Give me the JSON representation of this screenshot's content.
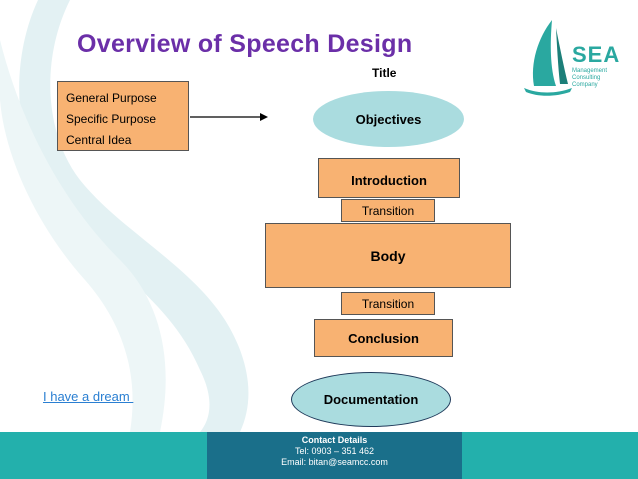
{
  "slide": {
    "title": "Overview of Speech Design"
  },
  "logo": {
    "name": "SEA",
    "subtitle_lines": [
      "Management",
      "Consulting",
      "Company"
    ]
  },
  "purpose_box": {
    "items": [
      "General Purpose",
      "Specific Purpose",
      "Central Idea"
    ]
  },
  "flow": {
    "title_label": "Title",
    "objectives": "Objectives",
    "introduction": "Introduction",
    "transition_1": "Transition",
    "body": "Body",
    "transition_2": "Transition",
    "conclusion": "Conclusion",
    "documentation": "Documentation"
  },
  "link": {
    "text": "I have a dream "
  },
  "footer": {
    "title": "Contact Details",
    "tel": "Tel: 0903 – 351 462",
    "email": "Email: bitan@seamcc.com"
  },
  "colors": {
    "title": "#6b2fa8",
    "box_fill": "#f8b272",
    "ellipse_fill": "#aadcdf",
    "footer": "#23b0ac",
    "footer_center": "#1a6f8a",
    "link": "#2a7fd2"
  }
}
